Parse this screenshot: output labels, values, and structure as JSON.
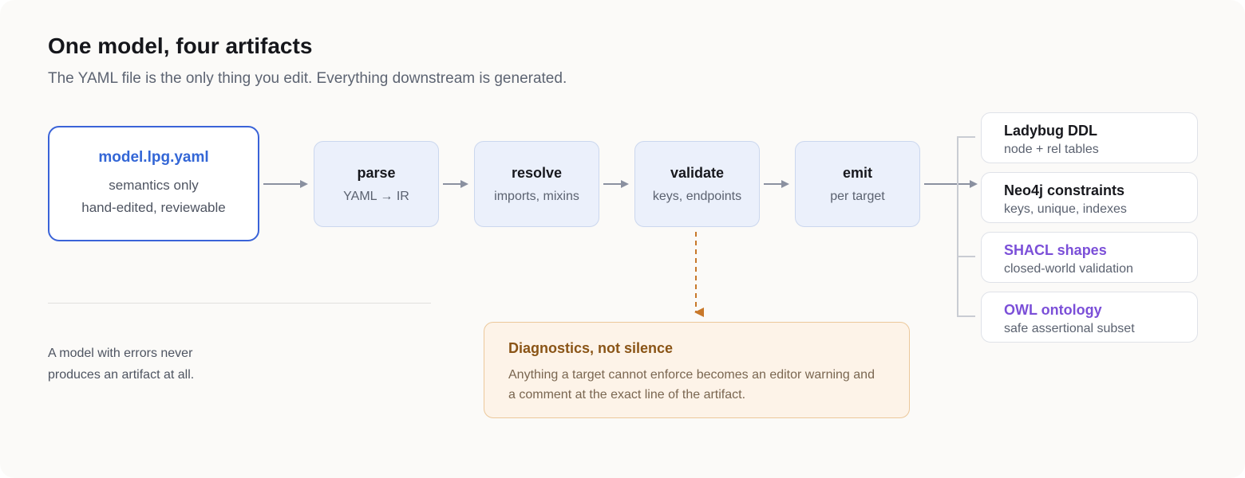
{
  "title": "One model, four artifacts",
  "subtitle": "The YAML file is the only thing you edit. Everything downstream is generated.",
  "source": {
    "name": "model.lpg.yaml",
    "lines": [
      "semantics only",
      "hand-edited, reviewable"
    ]
  },
  "stages": [
    {
      "name": "parse",
      "desc": "YAML → IR"
    },
    {
      "name": "resolve",
      "desc": "imports, mixins"
    },
    {
      "name": "validate",
      "desc": "keys, endpoints"
    },
    {
      "name": "emit",
      "desc": "per target"
    }
  ],
  "outputs": [
    {
      "name": "Ladybug DDL",
      "desc": "node + rel tables"
    },
    {
      "name": "Neo4j constraints",
      "desc": "keys, unique, indexes"
    },
    {
      "name": "SHACL shapes",
      "desc": "closed-world validation"
    },
    {
      "name": "OWL ontology",
      "desc": "safe assertional subset"
    }
  ],
  "note": "A model with errors never produces an artifact at all.",
  "diagnostics": {
    "title": "Diagnostics, not silence",
    "desc": "Anything a target cannot enforce becomes an editor warning and a comment at the exact line of the artifact."
  },
  "colors": {
    "accent_blue": "#3a63d8",
    "accent_purple": "#7b4fd8",
    "warning_orange": "#c8782a",
    "arrow_gray": "#8a90a0"
  }
}
